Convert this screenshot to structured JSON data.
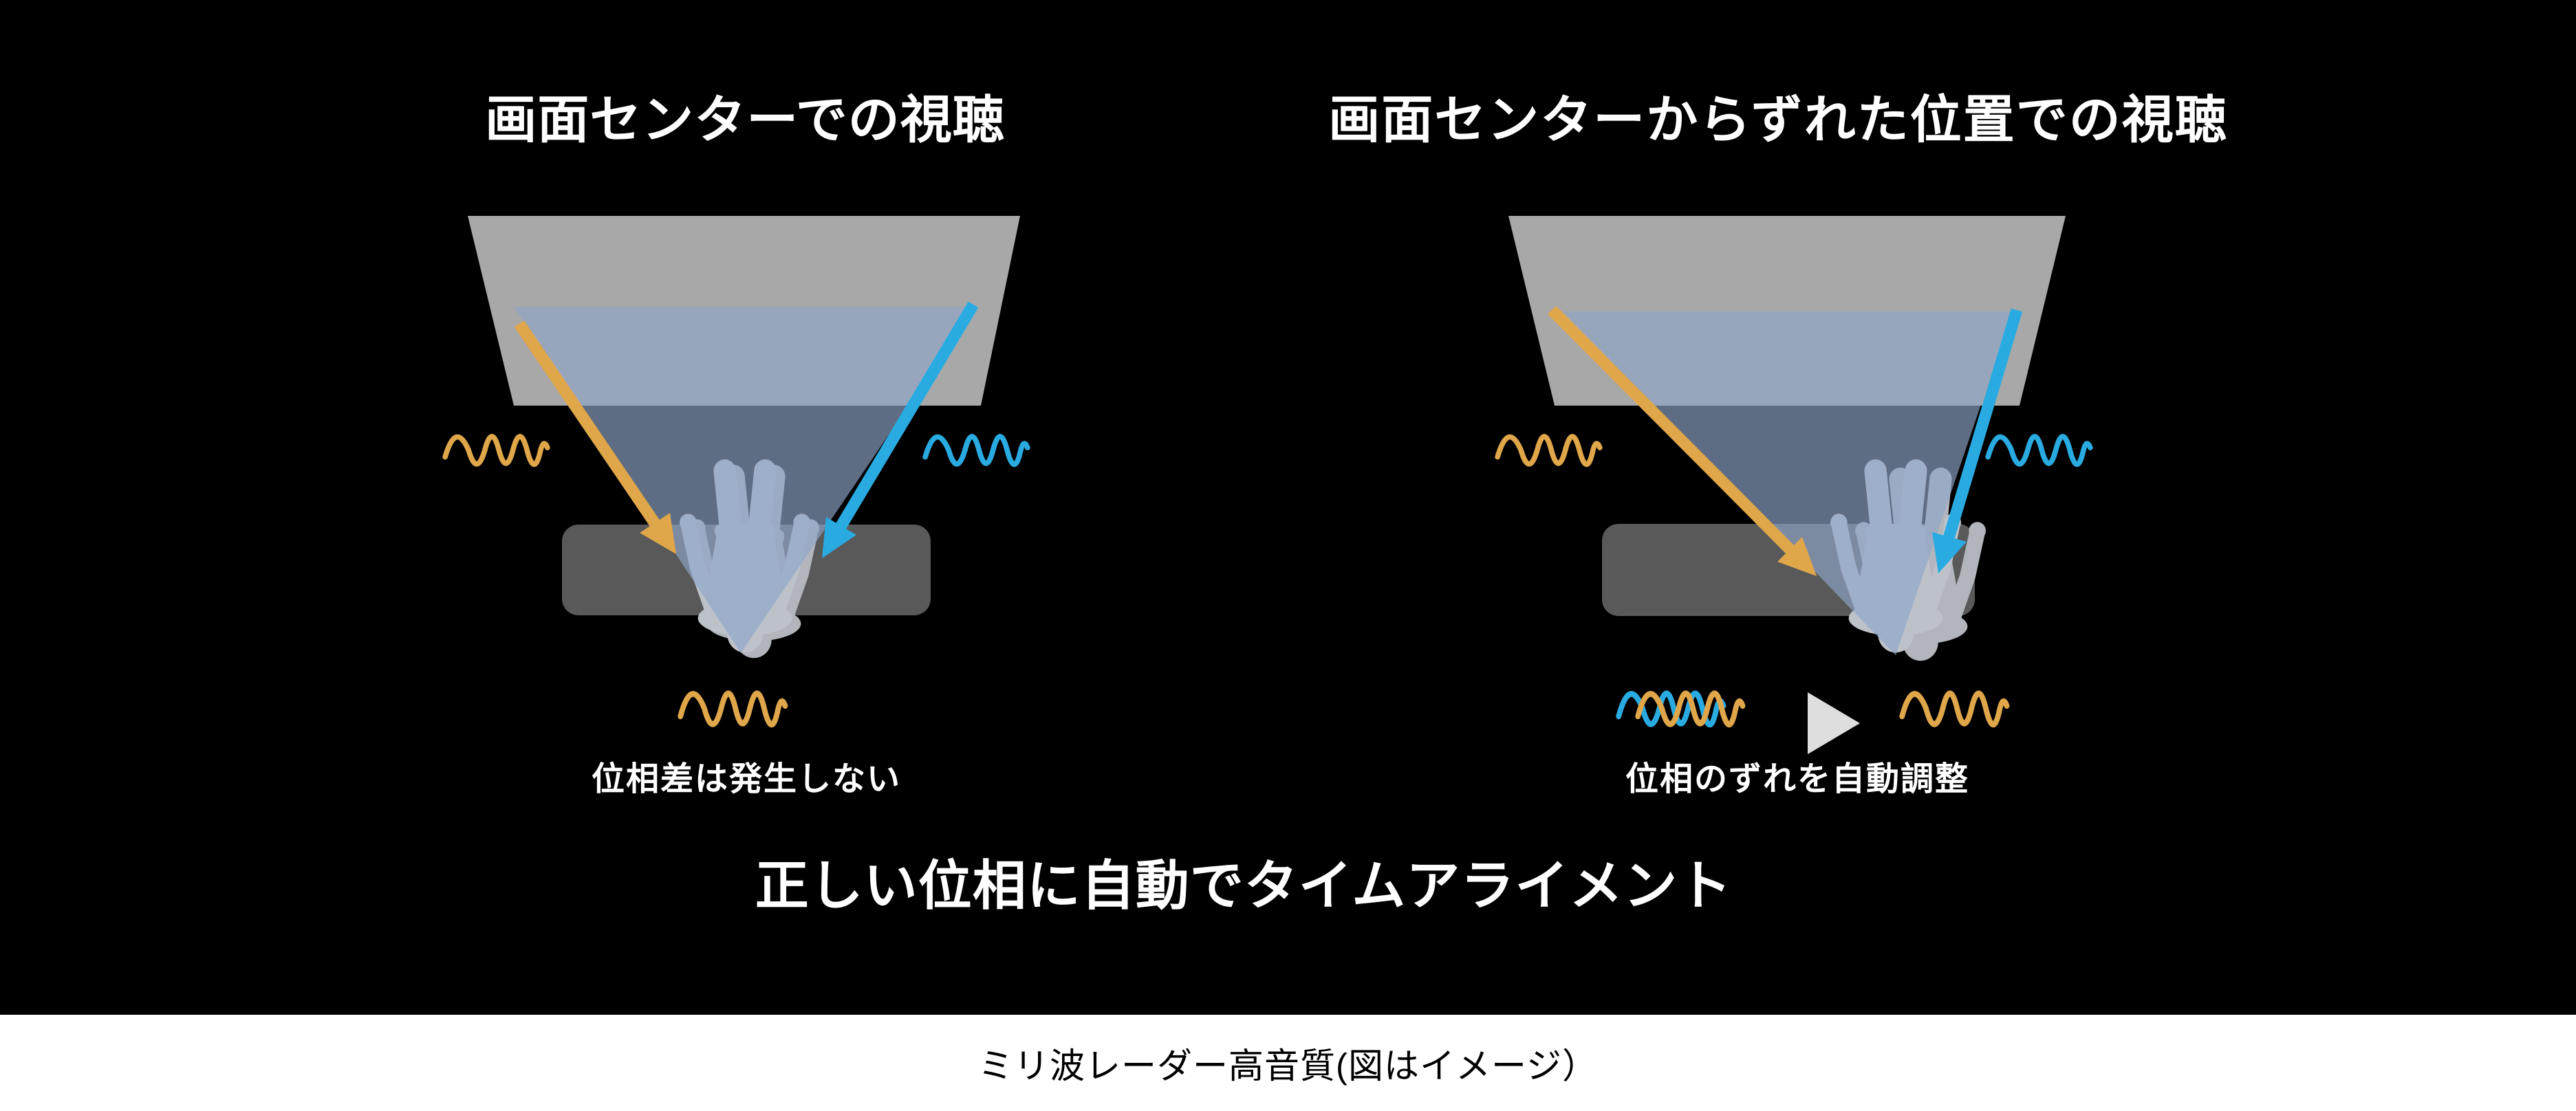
{
  "colors": {
    "bg": "#000000",
    "text": "#ffffff",
    "orange": "#dfa64a",
    "blue": "#29abe2",
    "tv-gray": "#a8a8a8",
    "beam": "rgba(143,165,200,0.66)",
    "sofa-gray": "#595959",
    "person-gray": "#bdc2c9",
    "ghost-gray": "#b2b6bc",
    "play-gray": "#dedede",
    "footer-bg": "#ffffff",
    "footer-text": "#000000"
  },
  "panels": {
    "left": {
      "title": "画面センターでの視聴",
      "caption": "位相差は発生しない",
      "graphics": [
        "tv-screen",
        "sound-beam",
        "sofa",
        "listener-centered",
        "left-speaker-arrow-orange",
        "right-speaker-arrow-blue",
        "left-sound-wave-orange",
        "right-sound-wave-blue",
        "in-phase-wave-orange"
      ]
    },
    "right": {
      "title": "画面センターからずれた位置での視聴",
      "caption": "位相のずれを自動調整",
      "graphics": [
        "tv-screen",
        "sound-beam",
        "sofa",
        "listener-offset",
        "left-speaker-arrow-orange",
        "right-speaker-arrow-blue",
        "left-sound-wave-orange",
        "right-sound-wave-blue",
        "phase-shifted-waves-blue-orange",
        "play-triangle",
        "aligned-wave-orange"
      ]
    }
  },
  "statement": "正しい位相に自動でタイムアライメント",
  "footer": "ミリ波レーダー高音質(図はイメージ）"
}
